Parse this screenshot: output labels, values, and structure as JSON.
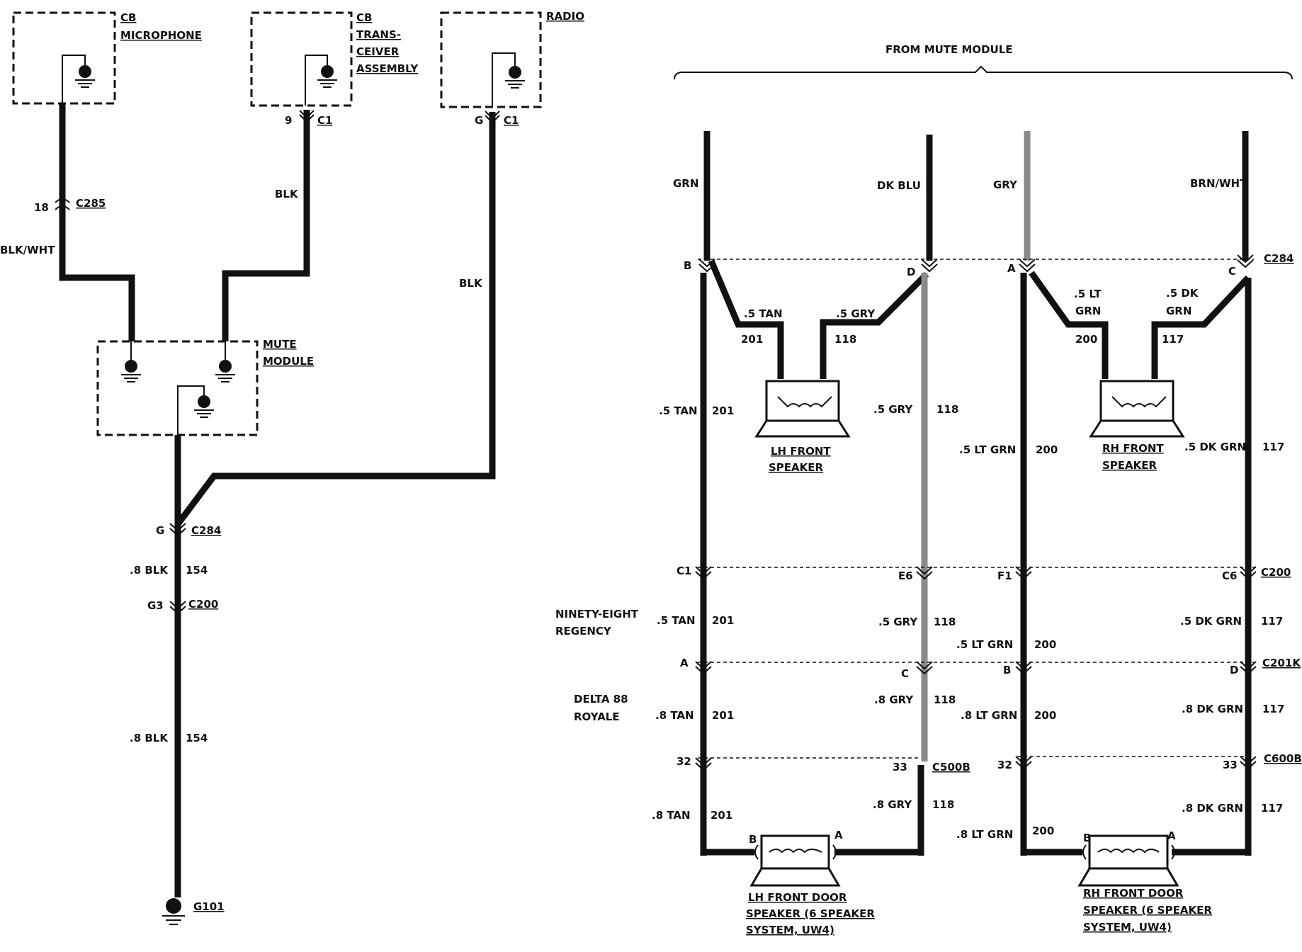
{
  "left": {
    "cb_microphone": [
      "CB",
      "MICROPHONE"
    ],
    "cb_transceiver": [
      "CB",
      "TRANS-",
      "CEIVER",
      "ASSEMBLY"
    ],
    "radio": "RADIO",
    "mute_module": [
      "MUTE",
      "MODULE"
    ],
    "mic_pin": "18",
    "mic_conn": "C285",
    "mic_wire": "BLK/WHT",
    "trans_pin": "9",
    "trans_conn": "C1",
    "trans_wire": "BLK",
    "radio_pin": "G",
    "radio_conn": "C1",
    "radio_wire": "BLK",
    "g_pin": "G",
    "g_conn": "C284",
    "wire_8blk_a": ".8 BLK",
    "circuit_a": "154",
    "g3_pin": "G3",
    "g3_conn": "C200",
    "wire_8blk_b": ".8 BLK",
    "circuit_b": "154",
    "ground": "G101"
  },
  "right": {
    "from_mute": "FROM MUTE MODULE",
    "top_wires": [
      "GRN",
      "DK BLU",
      "GRY",
      "BRN/WHT"
    ],
    "c284_pins": [
      "B",
      "D",
      "A",
      "C"
    ],
    "c284": "C284",
    "lh_branch": [
      ".5 TAN",
      "201",
      ".5 GRY",
      "118"
    ],
    "rh_branch": [
      ".5 LT",
      "GRN",
      "200",
      ".5 DK",
      "GRN",
      "117"
    ],
    "lh_front_speaker": [
      "LH FRONT",
      "SPEAKER"
    ],
    "rh_front_speaker": [
      "RH FRONT",
      "SPEAKER"
    ],
    "seg1": [
      ".5 TAN",
      "201",
      ".5 GRY",
      "118",
      ".5 LT GRN",
      "200",
      ".5 DK GRN",
      "117"
    ],
    "c200_pins": [
      "C1",
      "E6",
      "F1",
      "C6"
    ],
    "c200": "C200",
    "ninety_eight": [
      "NINETY-EIGHT",
      "REGENCY"
    ],
    "seg2": [
      ".5 TAN",
      "201",
      ".5 GRY",
      "118",
      ".5 LT GRN",
      "200",
      ".5 DK GRN",
      "117"
    ],
    "c201_pins": [
      "A",
      "C",
      "B",
      "D"
    ],
    "c201": "C201K",
    "delta": [
      "DELTA 88",
      "ROYALE"
    ],
    "seg3": [
      ".8 TAN",
      "201",
      ".8 GRY",
      "118",
      ".8 LT GRN",
      "200",
      ".8 DK GRN",
      "117"
    ],
    "c500_pins": [
      "32",
      "33"
    ],
    "c500": "C500B",
    "c600_pins": [
      "32",
      "33"
    ],
    "c600": "C600B",
    "seg4": [
      ".8 TAN",
      "201",
      ".8 GRY",
      "118",
      ".8 LT GRN",
      "200",
      ".8 DK GRN",
      "117"
    ],
    "door_pins": [
      "B",
      "A",
      "B",
      "A"
    ],
    "lh_door": [
      "LH FRONT DOOR",
      "SPEAKER (6 SPEAKER",
      "SYSTEM, UW4)"
    ],
    "rh_door": [
      "RH FRONT DOOR",
      "SPEAKER (6 SPEAKER",
      "SYSTEM, UW4)"
    ]
  }
}
